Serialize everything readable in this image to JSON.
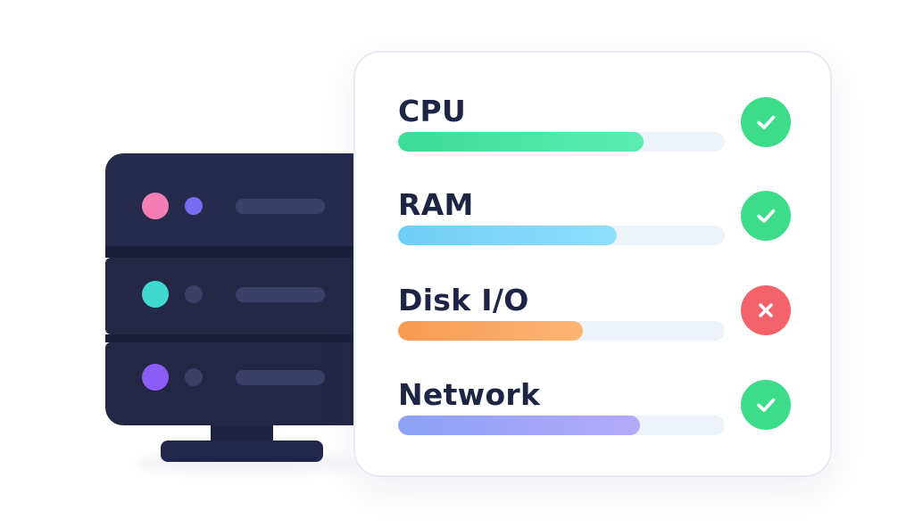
{
  "server": {
    "units": [
      {
        "led_color": "#f47eb5",
        "dot_color": "#7a6cf0"
      },
      {
        "led_color": "#3fd9d1",
        "dot_color": "#3a3f66"
      },
      {
        "led_color": "#8b5cf6",
        "dot_color": "#3a3f66"
      }
    ]
  },
  "metrics": [
    {
      "label": "CPU",
      "progress": 0.75,
      "status": "ok",
      "status_icon": "check-icon",
      "fill_from": "#3ddc97",
      "fill_to": "#5cecb5",
      "status_color": "#3ddc8a"
    },
    {
      "label": "RAM",
      "progress": 0.67,
      "status": "ok",
      "status_icon": "check-icon",
      "fill_from": "#6fcdf5",
      "fill_to": "#8fe0fb",
      "status_color": "#3ddc8a"
    },
    {
      "label": "Disk I/O",
      "progress": 0.565,
      "status": "error",
      "status_icon": "x-icon",
      "fill_from": "#f79a52",
      "fill_to": "#fcb573",
      "status_color": "#f4636a"
    },
    {
      "label": "Network",
      "progress": 0.74,
      "status": "ok",
      "status_icon": "check-icon",
      "fill_from": "#8da2f5",
      "fill_to": "#b3a9f8",
      "status_color": "#3ddc8a"
    }
  ]
}
